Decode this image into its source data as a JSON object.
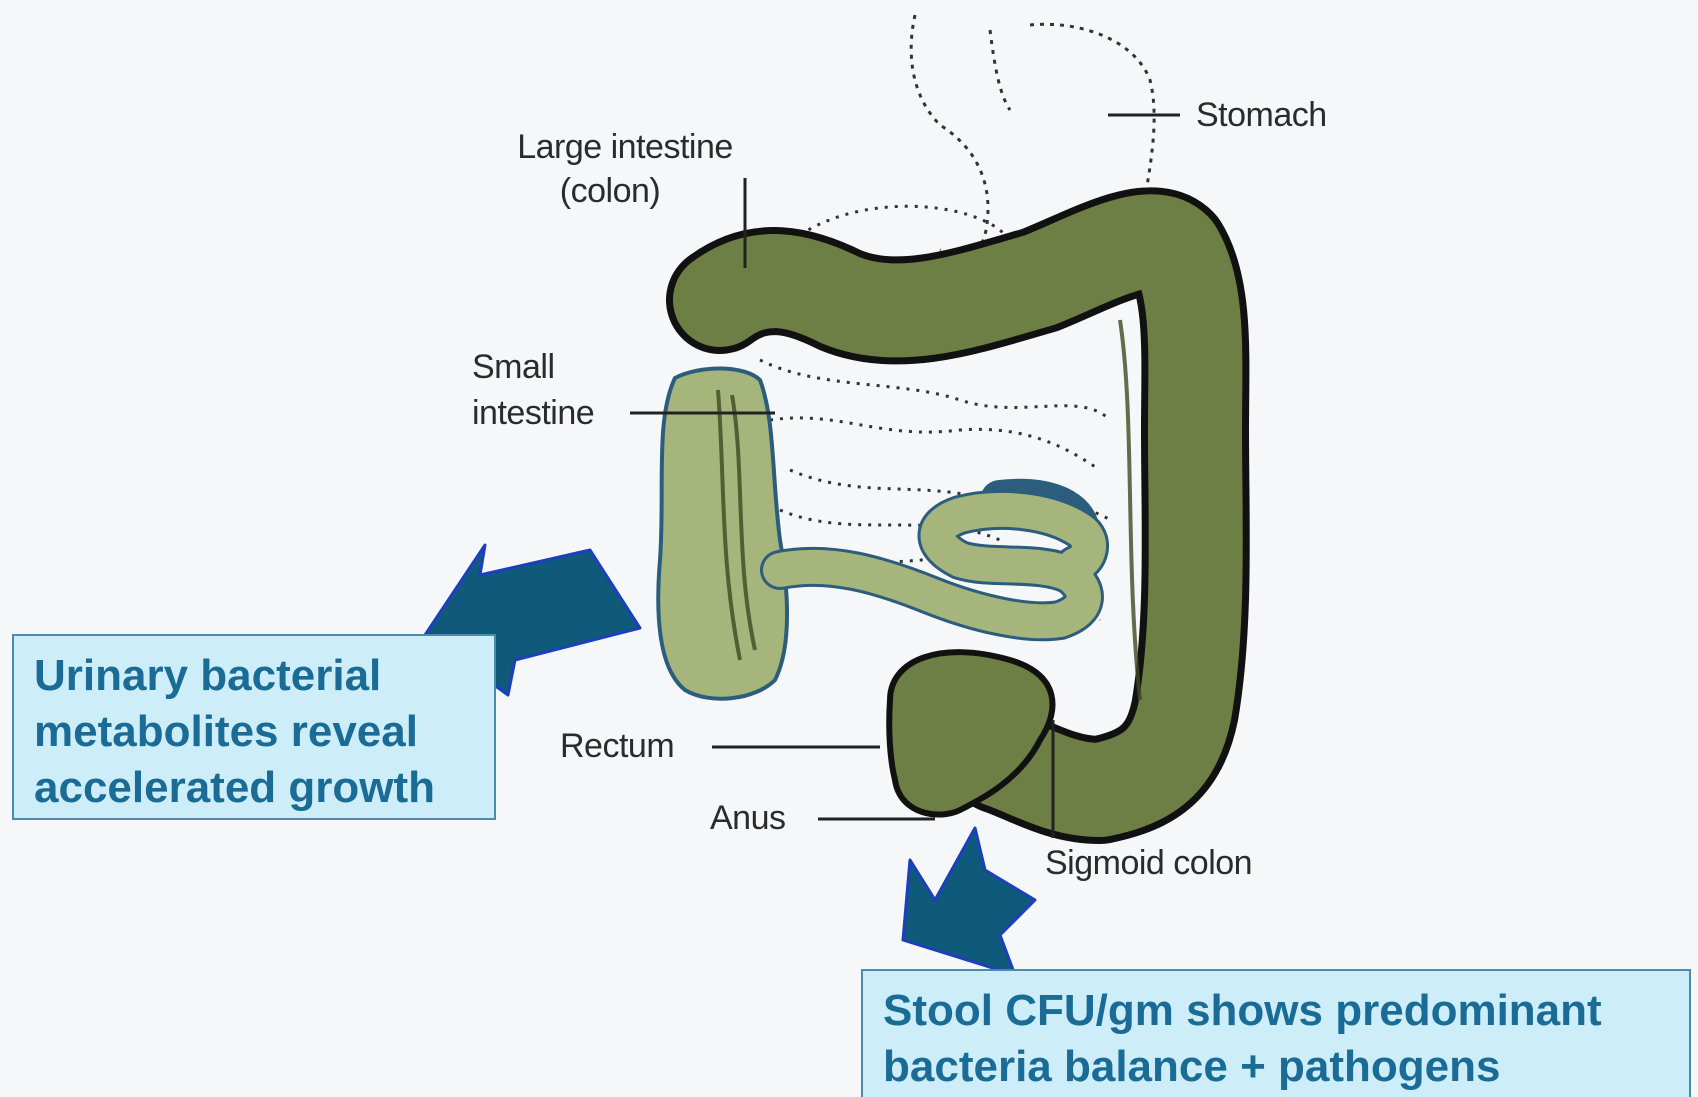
{
  "labels": {
    "stomach": "Stomach",
    "large_intestine_line1": "Large intestine",
    "large_intestine_line2": "(colon)",
    "small_intestine_line1": "Small",
    "small_intestine_line2": "intestine",
    "rectum": "Rectum",
    "anus": "Anus",
    "sigmoid_colon": "Sigmoid colon"
  },
  "callouts": {
    "urinary": [
      "Urinary bacterial",
      "metabolites reveal",
      "accelerated growth"
    ],
    "stool": [
      "Stool CFU/gm shows predominant",
      "bacteria balance + pathogens"
    ]
  },
  "colors": {
    "colon_fill": "#6e7f45",
    "small_intestine_fill": "#a5b57c",
    "arrow_fill": "#0f5a7a",
    "callout_bg": "#cdeef8",
    "callout_text": "#1a6c96"
  }
}
